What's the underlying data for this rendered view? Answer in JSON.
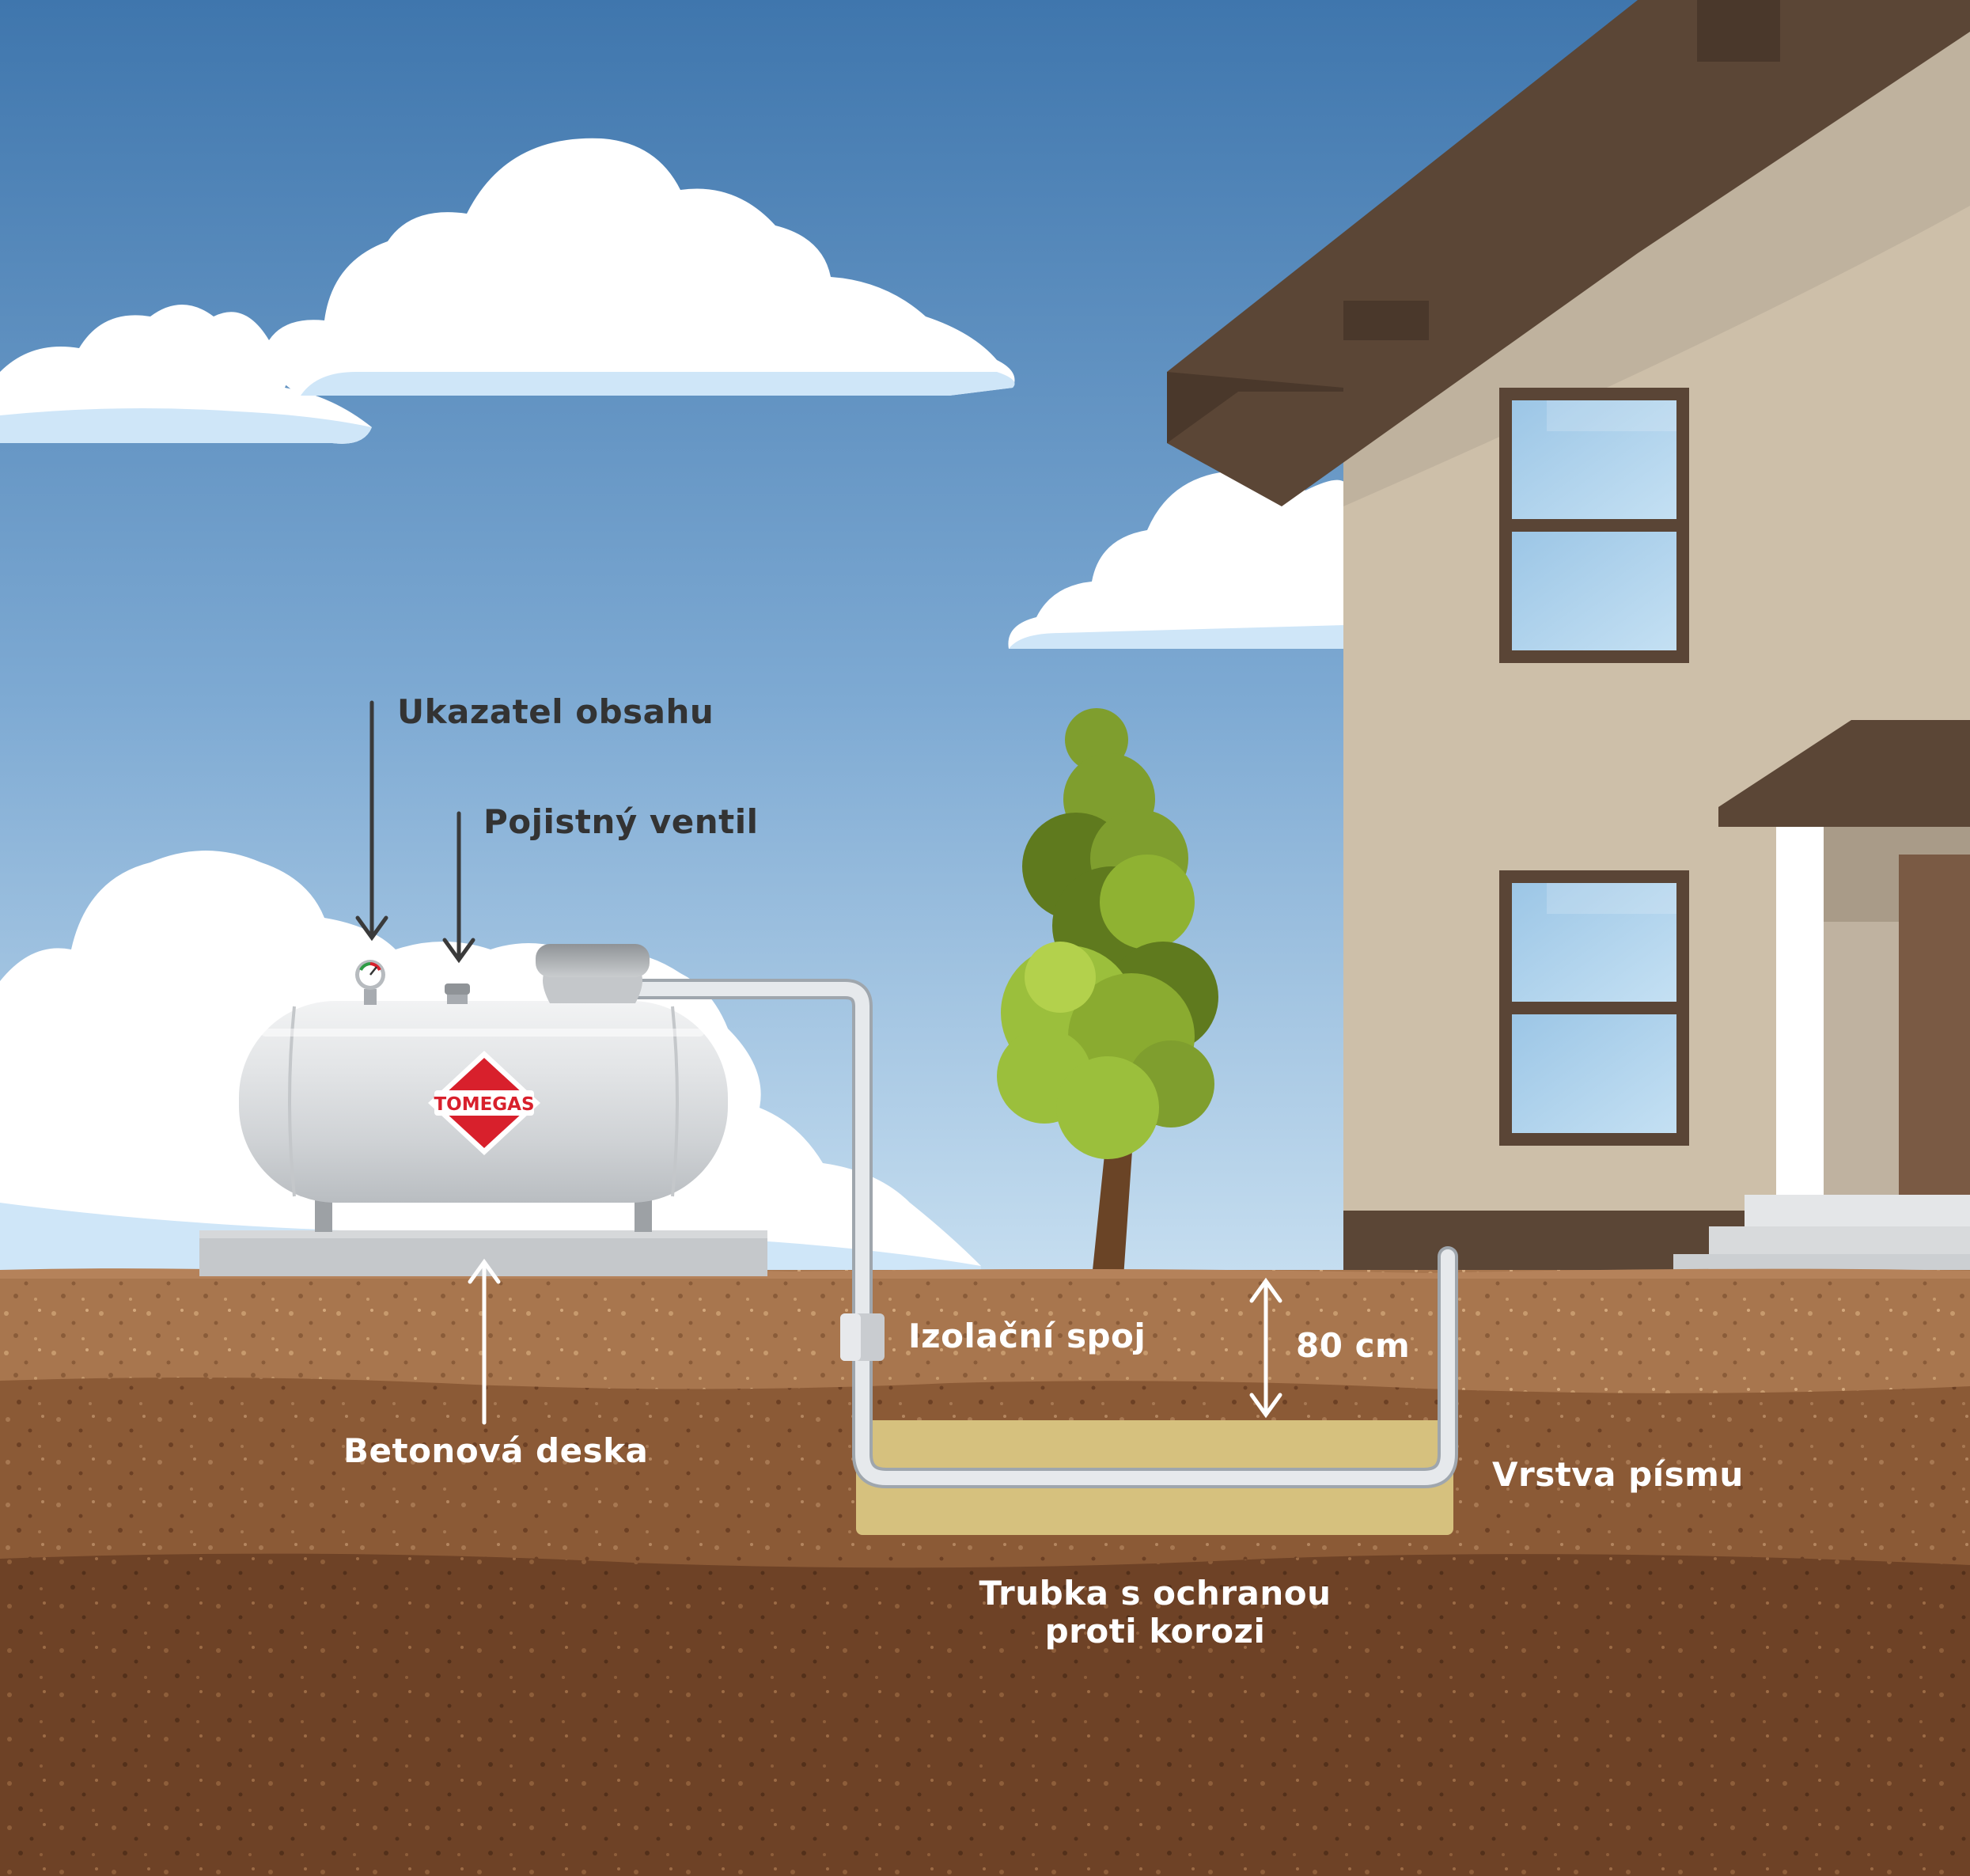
{
  "labels": {
    "content_indicator": "Ukazatel obsahu",
    "safety_valve": "Pojistný ventil",
    "insulating_joint": "Izolační spoj",
    "depth": "80 cm",
    "concrete_slab": "Betonová deska",
    "sand_layer": "Vrstva písmu",
    "pipe_line1": "Trubka s ochranou",
    "pipe_line2": "proti korozi"
  },
  "tank": {
    "brand": "TOMEGAS"
  },
  "colors": {
    "sky_top": "#3f76ad",
    "sky_bottom": "#c6def0",
    "cloud": "#ffffff",
    "cloud_shadow": "#cfe6f8",
    "house_wall": "#cdbfa9",
    "house_wall_shade": "#b4a795",
    "roof": "#5b4636",
    "window_frame": "#5a4536",
    "window_glass": "#a9cfea",
    "topsoil": "#a8764e",
    "mid_soil": "#8b5a36",
    "deep_soil": "#6e4226",
    "sand": "#d6c17e",
    "pipe": "#e6e9ec",
    "tank": "#dcdfe2",
    "brand_red": "#d8202c",
    "tree_green": "#9bbf3c",
    "tree_dark": "#5f7a1e",
    "label_dark": "#333333",
    "label_light": "#ffffff"
  }
}
